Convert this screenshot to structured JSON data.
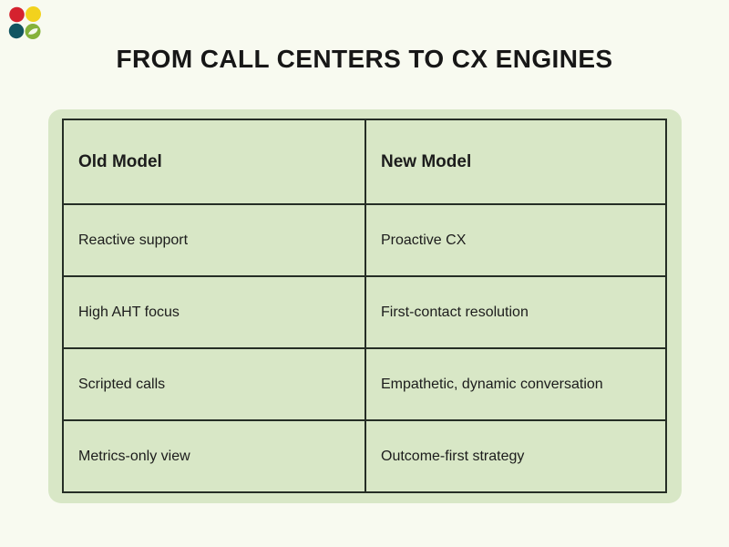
{
  "title": {
    "text": "FROM CALL CENTERS TO CX ENGINES"
  },
  "logo": {
    "dot_colors": {
      "red": "#d5222e",
      "yellow": "#f2d21d",
      "teal": "#125561",
      "green": "#85b23b"
    }
  },
  "colors": {
    "page_bg": "#f8faf0",
    "panel_bg": "#d8e7c6",
    "cell_bg": "#d8e7c6",
    "border": "#252e25",
    "title_text": "#171717",
    "cell_text": "#1c1c1c"
  },
  "table": {
    "headers": [
      "Old Model",
      "New Model"
    ],
    "rows": [
      [
        "Reactive support",
        "Proactive CX"
      ],
      [
        "High AHT focus",
        "First-contact resolution"
      ],
      [
        "Scripted calls",
        "Empathetic, dynamic conversation"
      ],
      [
        "Metrics-only view",
        "Outcome-first strategy"
      ]
    ]
  }
}
